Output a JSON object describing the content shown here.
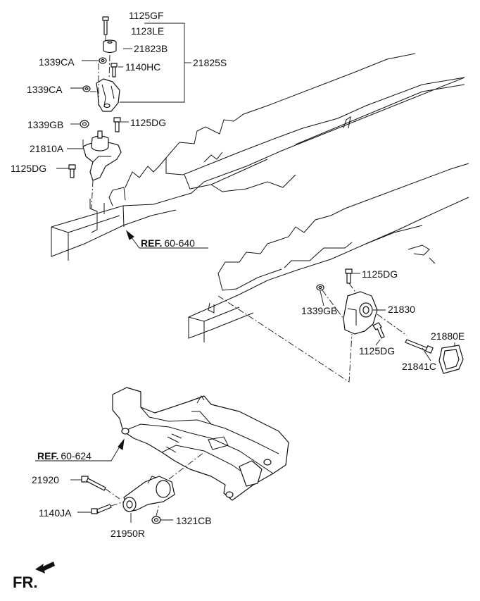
{
  "labels": {
    "p1125GF": "1125GF",
    "p1123LE": "1123LE",
    "p21823B": "21823B",
    "p1339CA_a": "1339CA",
    "p1140HC": "1140HC",
    "p21825S": "21825S",
    "p1339CA_b": "1339CA",
    "p1339GB_a": "1339GB",
    "p1125DG_a": "1125DG",
    "p21810A": "21810A",
    "p1125DG_b": "1125DG",
    "p1125DG_c": "1125DG",
    "p1339GB_b": "1339GB",
    "p21830": "21830",
    "p1125DG_d": "1125DG",
    "p21880E": "21880E",
    "p21841C": "21841C",
    "p21920": "21920",
    "p1140JA": "1140JA",
    "p1321CB": "1321CB",
    "p21950R": "21950R"
  },
  "refs": {
    "ref1_prefix": "REF.",
    "ref1_code": "60-640",
    "ref2_prefix": "REF.",
    "ref2_code": "60-624"
  },
  "footer": {
    "fr_label": "FR."
  }
}
